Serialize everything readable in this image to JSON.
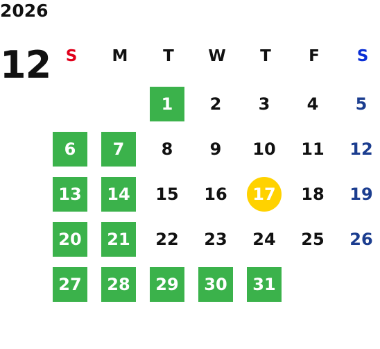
{
  "calendar": {
    "year": "2026",
    "month": "12",
    "weekdays": [
      "S",
      "M",
      "T",
      "W",
      "T",
      "F",
      "S"
    ],
    "days": [
      {
        "label": "1",
        "highlight": "green"
      },
      {
        "label": "2",
        "highlight": "none"
      },
      {
        "label": "3",
        "highlight": "none"
      },
      {
        "label": "4",
        "highlight": "none"
      },
      {
        "label": "5",
        "highlight": "none"
      },
      {
        "label": "6",
        "highlight": "green"
      },
      {
        "label": "7",
        "highlight": "green"
      },
      {
        "label": "8",
        "highlight": "none"
      },
      {
        "label": "9",
        "highlight": "none"
      },
      {
        "label": "10",
        "highlight": "none"
      },
      {
        "label": "11",
        "highlight": "none"
      },
      {
        "label": "12",
        "highlight": "none"
      },
      {
        "label": "13",
        "highlight": "green"
      },
      {
        "label": "14",
        "highlight": "green"
      },
      {
        "label": "15",
        "highlight": "none"
      },
      {
        "label": "16",
        "highlight": "none"
      },
      {
        "label": "17",
        "highlight": "today"
      },
      {
        "label": "18",
        "highlight": "none"
      },
      {
        "label": "19",
        "highlight": "none"
      },
      {
        "label": "20",
        "highlight": "green"
      },
      {
        "label": "21",
        "highlight": "green"
      },
      {
        "label": "22",
        "highlight": "none"
      },
      {
        "label": "23",
        "highlight": "none"
      },
      {
        "label": "24",
        "highlight": "none"
      },
      {
        "label": "25",
        "highlight": "none"
      },
      {
        "label": "26",
        "highlight": "none"
      },
      {
        "label": "27",
        "highlight": "green"
      },
      {
        "label": "28",
        "highlight": "green"
      },
      {
        "label": "29",
        "highlight": "green"
      },
      {
        "label": "30",
        "highlight": "green"
      },
      {
        "label": "31",
        "highlight": "green"
      }
    ]
  },
  "colors": {
    "green_highlight": "#3bb24b",
    "today_highlight": "#ffd200",
    "sunday_header": "#e0001b",
    "saturday_header": "#0a2fd6",
    "saturday_date": "#1b3d8f"
  }
}
